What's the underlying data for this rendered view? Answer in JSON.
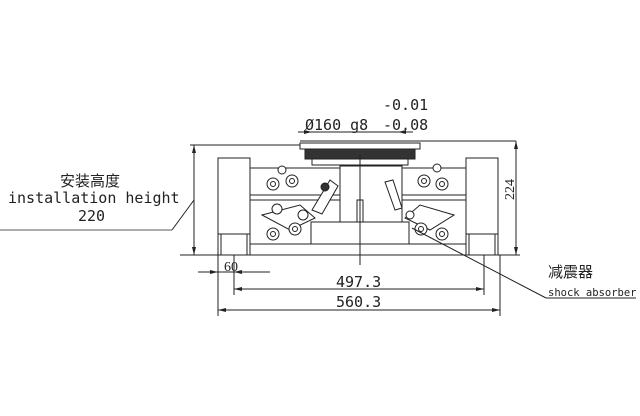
{
  "dimensions": {
    "flange_diameter": "Ø160 g8",
    "tolerance_upper": "-0.01",
    "tolerance_lower": "-0.08",
    "height": "224",
    "wheel_width": "60",
    "track_width": "497.3",
    "overall_width": "560.3"
  },
  "labels": {
    "install_height_cn": "安装高度",
    "install_height_en": "installation height",
    "install_height_value": "220",
    "shock_absorber_cn": "减震器",
    "shock_absorber_en": "shock absorber"
  }
}
